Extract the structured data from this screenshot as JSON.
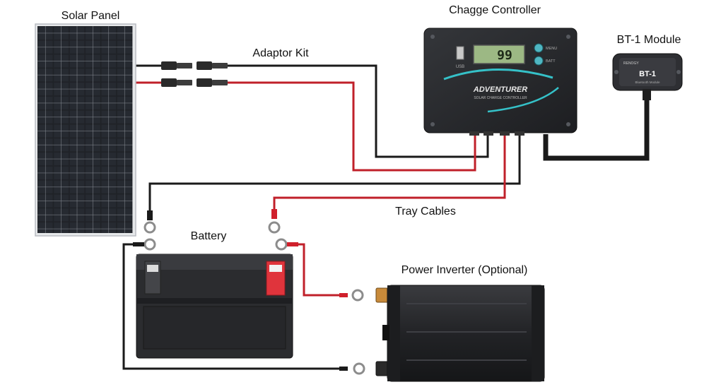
{
  "labels": {
    "solar_panel": "Solar Panel",
    "adaptor_kit": "Adaptor Kit",
    "charge_controller": "Chagge Controller",
    "bt_module": "BT-1 Module",
    "tray_cables": "Tray Cables",
    "battery": "Battery",
    "inverter": "Power Inverter (Optional)"
  },
  "controller": {
    "lcd_reading": "99",
    "brand": "ADVENTURER",
    "tagline": "SOLAR CHARGE CONTROLLER",
    "usb_label": "USB",
    "button_labels": [
      "MENU",
      "BATT"
    ]
  },
  "bt_module": {
    "brand": "RENOGY",
    "name": "BT-1",
    "caption": "Bluetooth Module"
  },
  "colors": {
    "wire_positive": "#c0202a",
    "wire_negative": "#1a1a1a",
    "device_body": "#2a2b2e",
    "accent_teal": "#35c1c8",
    "lcd": "#9cb884",
    "terminal_positive": "#e0343c",
    "connector_brass": "#c88a3a"
  }
}
